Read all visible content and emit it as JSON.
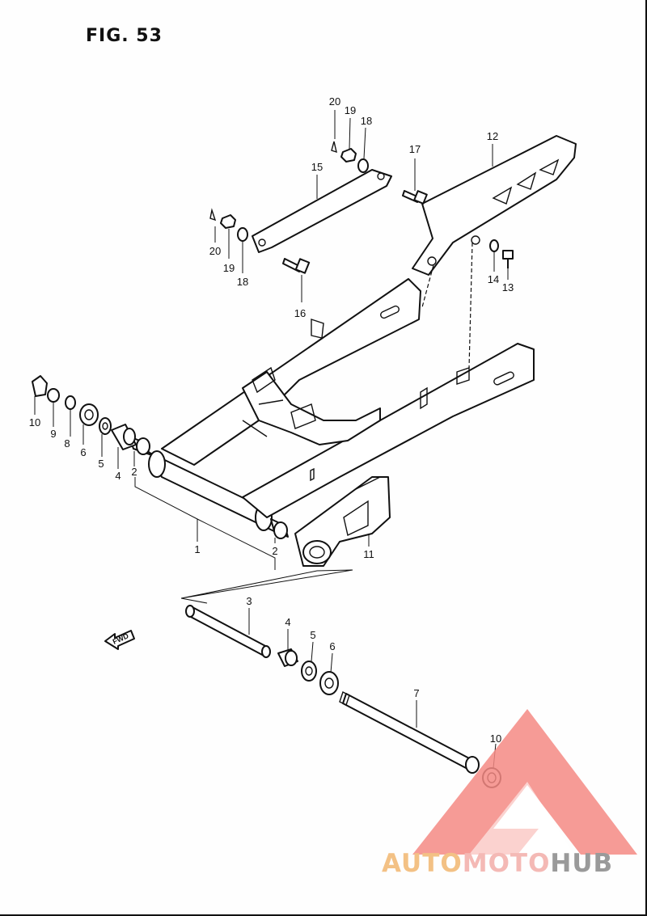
{
  "figure": {
    "title": "FIG. 53"
  },
  "direction_arrow": {
    "label": "FWD"
  },
  "part_labels": [
    "1",
    "2",
    "2",
    "3",
    "4",
    "4",
    "5",
    "5",
    "6",
    "6",
    "7",
    "8",
    "9",
    "10",
    "10",
    "11",
    "12",
    "13",
    "14",
    "15",
    "16",
    "17",
    "18",
    "18",
    "19",
    "19",
    "20",
    "20"
  ],
  "callouts": [
    {
      "id": "20a",
      "text": "20"
    },
    {
      "id": "19a",
      "text": "19"
    },
    {
      "id": "18a",
      "text": "18"
    },
    {
      "id": "17",
      "text": "17"
    },
    {
      "id": "12",
      "text": "12"
    },
    {
      "id": "15",
      "text": "15"
    },
    {
      "id": "20b",
      "text": "20"
    },
    {
      "id": "19b",
      "text": "19"
    },
    {
      "id": "18b",
      "text": "18"
    },
    {
      "id": "16",
      "text": "16"
    },
    {
      "id": "14",
      "text": "14"
    },
    {
      "id": "13",
      "text": "13"
    },
    {
      "id": "10a",
      "text": "10"
    },
    {
      "id": "9",
      "text": "9"
    },
    {
      "id": "8",
      "text": "8"
    },
    {
      "id": "6a",
      "text": "6"
    },
    {
      "id": "5a",
      "text": "5"
    },
    {
      "id": "4a",
      "text": "4"
    },
    {
      "id": "2a",
      "text": "2"
    },
    {
      "id": "1",
      "text": "1"
    },
    {
      "id": "2b",
      "text": "2"
    },
    {
      "id": "11",
      "text": "11"
    },
    {
      "id": "3",
      "text": "3"
    },
    {
      "id": "4b",
      "text": "4"
    },
    {
      "id": "5b",
      "text": "5"
    },
    {
      "id": "6b",
      "text": "6"
    },
    {
      "id": "7",
      "text": "7"
    },
    {
      "id": "10b",
      "text": "10"
    }
  ],
  "watermark": {
    "brand_part1": "AUTO",
    "brand_part2": "MOTO",
    "brand_part3": "HUB",
    "colors": {
      "triangle": "#f48a84",
      "auto": "#f3c185",
      "moto": "#f4b9b5",
      "hub": "#9a9a9a"
    }
  }
}
